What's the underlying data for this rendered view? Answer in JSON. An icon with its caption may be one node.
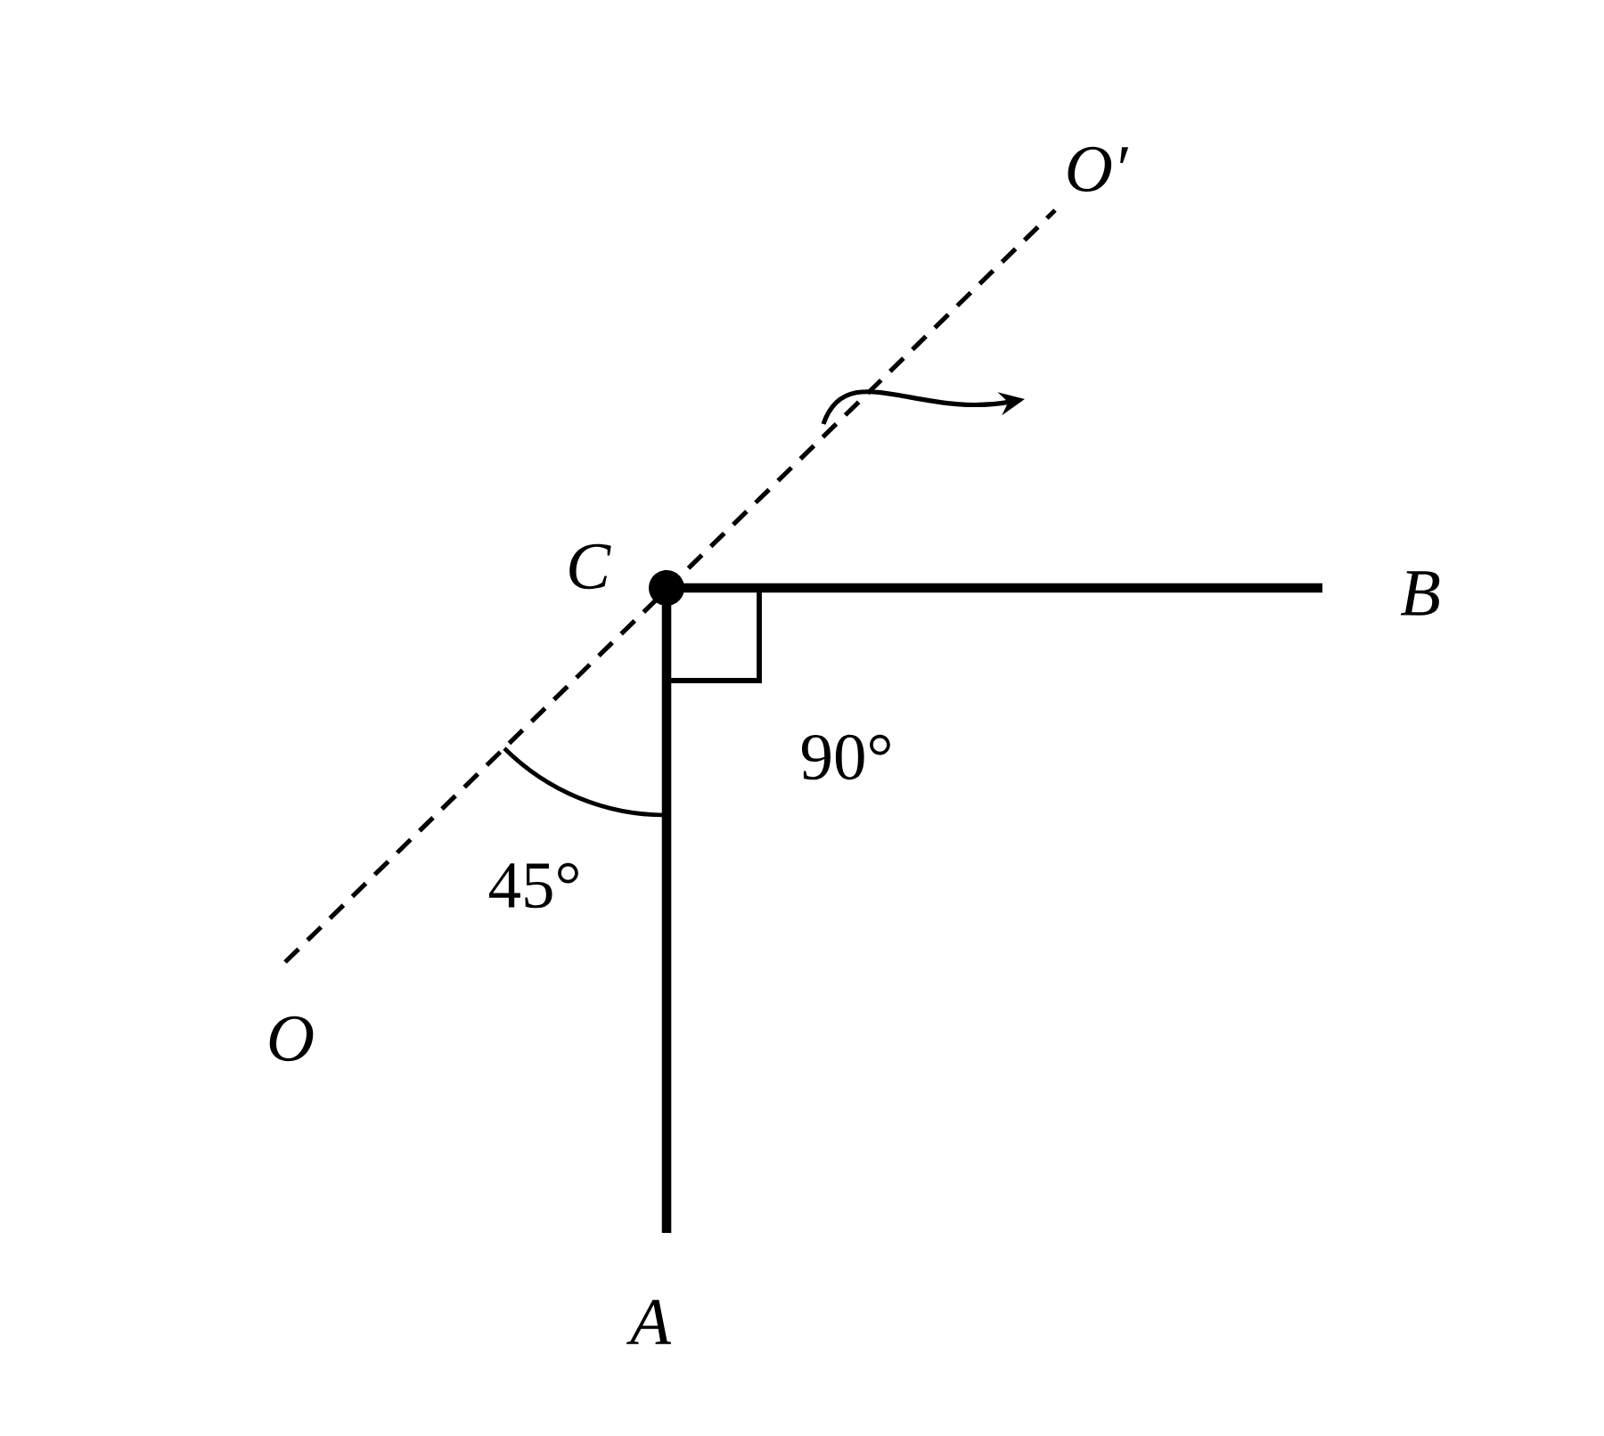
{
  "diagram": {
    "labels": [
      "O′",
      "C",
      "B",
      "90°",
      "45°",
      "O",
      "A"
    ]
  }
}
